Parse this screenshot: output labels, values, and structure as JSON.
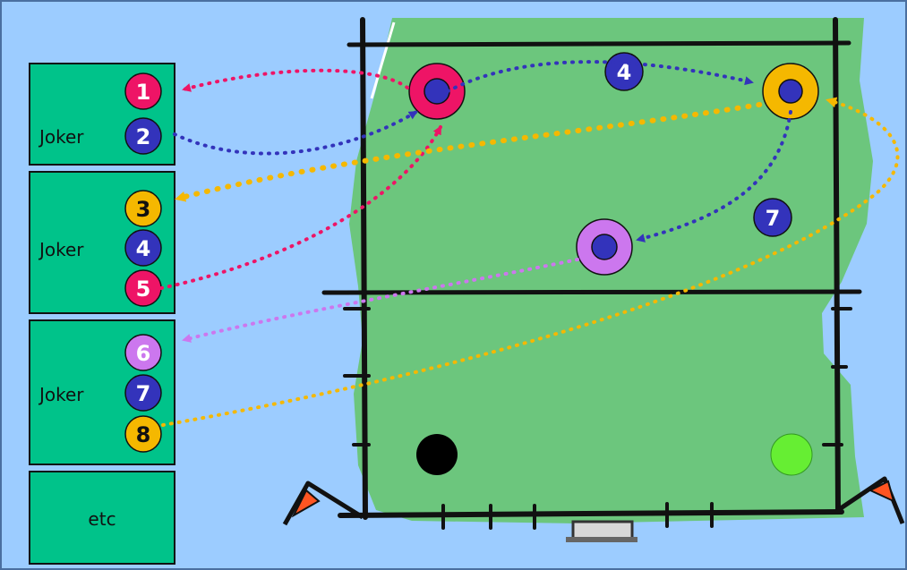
{
  "colors": {
    "water": "#9cccff",
    "pitch": "#6cc67d",
    "team_box": "#00c38a",
    "red": "#ee1466",
    "blue": "#3333bb",
    "yellow": "#f5b800",
    "purple": "#cc77ee",
    "black_ball": "#000000",
    "green_ball": "#66ee33"
  },
  "panels": [
    {
      "label": "Joker",
      "players": [
        {
          "num": "1",
          "color": "red"
        },
        {
          "num": "2",
          "color": "blue"
        }
      ]
    },
    {
      "label": "Joker",
      "players": [
        {
          "num": "3",
          "color": "yellow"
        },
        {
          "num": "4",
          "color": "blue"
        },
        {
          "num": "5",
          "color": "red"
        }
      ]
    },
    {
      "label": "Joker",
      "players": [
        {
          "num": "6",
          "color": "purple"
        },
        {
          "num": "7",
          "color": "blue"
        },
        {
          "num": "8",
          "color": "yellow"
        }
      ]
    },
    {
      "label": "etc",
      "players": []
    }
  ],
  "field_labels": {
    "four": "4",
    "seven": "7"
  }
}
